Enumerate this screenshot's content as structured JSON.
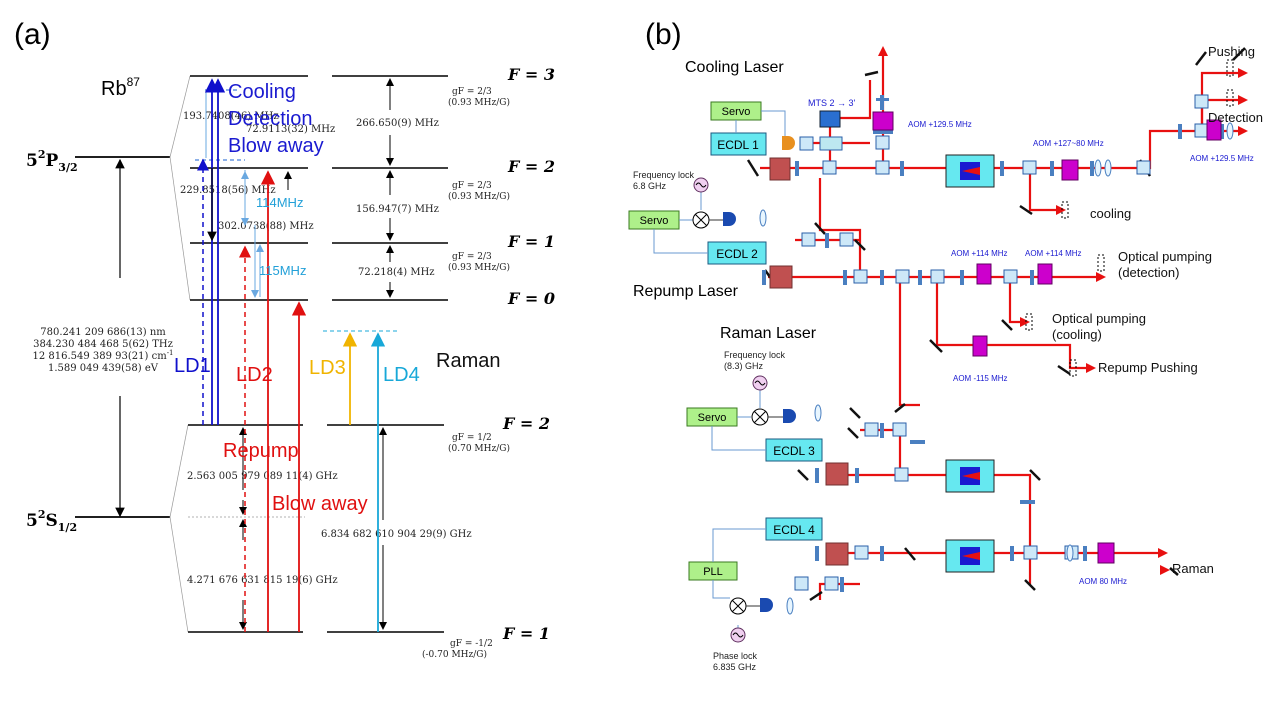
{
  "panel_a": {
    "label": "(a)",
    "element": "Rb",
    "element_sup": "87",
    "p_state": {
      "main": "5",
      "sup": "2",
      "letter": "P",
      "sub": "3/2"
    },
    "s_state": {
      "main": "5",
      "sup": "2",
      "letter": "S",
      "sub": "1/2"
    },
    "transition_info": [
      "780.241 209 686(13) nm",
      "384.230 484 468 5(62) THz",
      "12 816.549 389 93(21) cm",
      "1.589 049 439(58) eV"
    ],
    "transition_info_sup": "-1",
    "levels": [
      {
        "label": "F = 3",
        "g": "gF = 2/3",
        "g2": "(0.93 MHz/G)"
      },
      {
        "label": "F = 2",
        "g": "gF = 2/3",
        "g2": "(0.93 MHz/G)"
      },
      {
        "label": "F = 1",
        "g": "gF = 2/3",
        "g2": "(0.93 MHz/G)"
      },
      {
        "label": "F = 0",
        "g": "",
        "g2": ""
      },
      {
        "label": "F = 2",
        "g": "gF = 1/2",
        "g2": "(0.70 MHz/G)"
      },
      {
        "label": "F = 1",
        "g": "gF = -1/2",
        "g2": "(-0.70 MHz/G)"
      }
    ],
    "splittings": {
      "f3_f2": "266.650(9) MHz",
      "f2_f1": "156.947(7) MHz",
      "f1_f0": "72.218(4) MHz",
      "ground": "6.834 682 610 904 29(9) GHz",
      "upper_f3": "193.7408(46) MHz",
      "upper_f3b": "72.9113(32) MHz",
      "upper_f2": "229.8518(56) MHz",
      "upper_f1": "302.0738(88) MHz",
      "g_upper": "2.563 005 979 089 11(4) GHz",
      "g_lower": "4.271 676 631 815 19(6) GHz"
    },
    "annotations": {
      "cooling": "Cooling",
      "detection": "Detection",
      "blow_away": "Blow away",
      "mhz114": "114MHz",
      "mhz115": "115MHz",
      "repump": "Repump",
      "blow_away2": "Blow away",
      "raman": "Raman"
    },
    "lasers": [
      "LD1",
      "LD2",
      "LD3",
      "LD4"
    ],
    "colors": {
      "ld1": "#1010cc",
      "ld2": "#e01010",
      "ld3": "#f0b400",
      "ld4": "#18a8d8",
      "cooling_text": "#1a1ad0",
      "mhz_text": "#22a0d8"
    }
  },
  "panel_b": {
    "label": "(b)",
    "titles": {
      "cooling": "Cooling Laser",
      "repump": "Repump Laser",
      "raman": "Raman Laser"
    },
    "servo": "Servo",
    "pll": "PLL",
    "ecdl": [
      "ECDL 1",
      "ECDL 2",
      "ECDL 3",
      "ECDL 4"
    ],
    "mts": "MTS 2 → 3'",
    "aoms": {
      "a1": "AOM +129.5 MHz",
      "a2": "AOM +127~80 MHz",
      "a3": "AOM +129.5 MHz",
      "a4": "AOM +114 MHz",
      "a5": "AOM +114 MHz",
      "a6": "AOM -115 MHz",
      "a7": "AOM 80 MHz"
    },
    "locks": {
      "f1": "Frequency lock",
      "f1v": "6.8 GHz",
      "f2": "Frequency lock",
      "f2v": "(8.3) GHz",
      "p": "Phase lock",
      "pv": "6.835 GHz"
    },
    "outputs": {
      "pushing": "Pushing",
      "detection": "Detection",
      "cooling": "cooling",
      "op_det1": "Optical pumping",
      "op_det2": "(detection)",
      "op_cool1": "Optical pumping",
      "op_cool2": "(cooling)",
      "repump_push": "Repump Pushing",
      "raman": "Raman"
    },
    "colors": {
      "beam": "#e81010",
      "ecdl": "#66e8f0",
      "servo": "#aef08a",
      "aom": "#cc00cc",
      "box": "#c05050",
      "plate": "#4a7fc0",
      "aom_text": "#1a1ad0"
    }
  }
}
